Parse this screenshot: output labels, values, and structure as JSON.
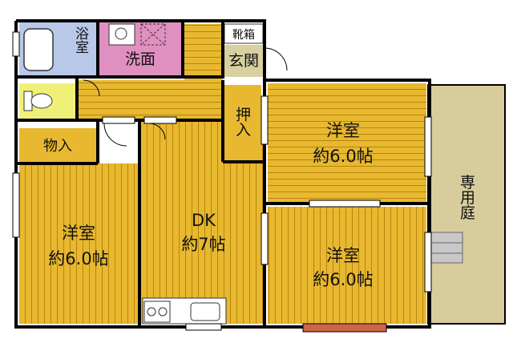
{
  "rooms": {
    "bath": "浴室",
    "washroom": "洗面",
    "shoe_box": "靴箱",
    "entrance": "玄関",
    "closet_upper": "押入",
    "closet_small": "物入",
    "west_room": {
      "name": "洋室",
      "size": "約6.0帖"
    },
    "dk": {
      "name": "DK",
      "size": "約7帖"
    },
    "ne_room": {
      "name": "洋室",
      "size": "約6.0帖"
    },
    "se_room": {
      "name": "洋室",
      "size": "約6.0帖"
    },
    "garden": "専用庭"
  },
  "colors": {
    "floor": "#e8b830",
    "floor_line": "#b8860b",
    "wall": "#000000",
    "bath_fill": "#b8c8e8",
    "wash_fill": "#e090c0",
    "entrance_fill": "#d8d0a0",
    "garden_fill": "#d8cc9c",
    "toilet_fill": "#f0f078"
  }
}
